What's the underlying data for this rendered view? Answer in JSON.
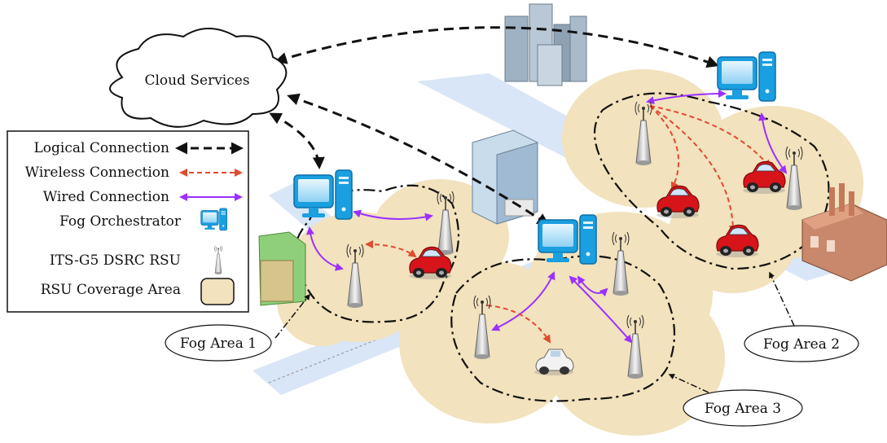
{
  "cloud": {
    "label": "Cloud Services"
  },
  "legend": {
    "logical": "Logical Connection",
    "wireless": "Wireless Connection",
    "wired": "Wired Connection",
    "orchestrator": "Fog Orchestrator",
    "rsu": "ITS-G5 DSRC RSU",
    "coverage": "RSU Coverage Area"
  },
  "fog_areas": {
    "area1": "Fog Area 1",
    "area2": "Fog Area 2",
    "area3": "Fog Area 3"
  },
  "colors": {
    "logical": "#111111",
    "wireless": "#e04a2f",
    "wired": "#9b30ff",
    "coverage": "#f2e2bd",
    "road": "#d9e6f7",
    "pc_blue": "#1a9fe0",
    "car_red": "#d7141a"
  },
  "icons": [
    "cloud-icon",
    "computer-icon",
    "antenna-icon",
    "car-icon",
    "building-icon",
    "factory-icon"
  ]
}
